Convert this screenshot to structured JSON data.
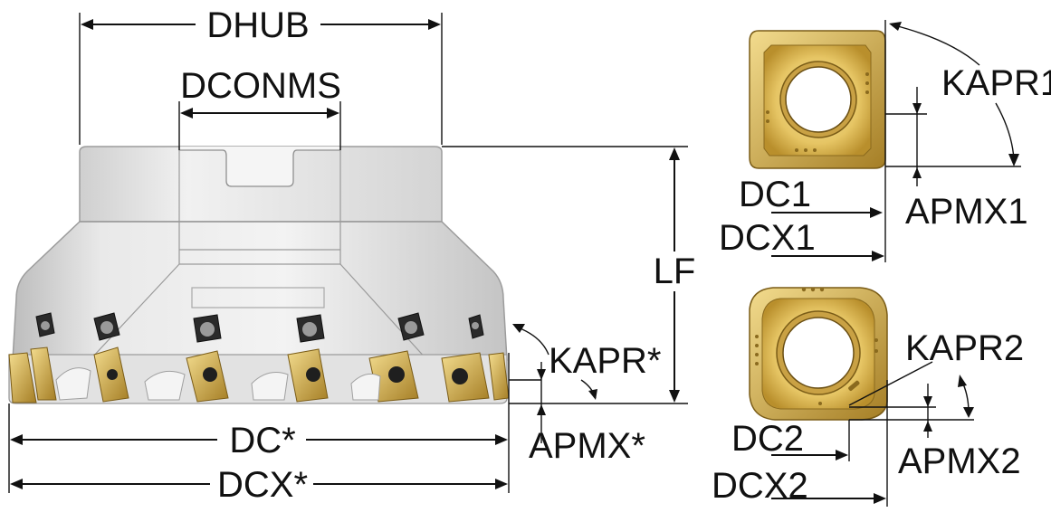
{
  "labels": {
    "dhub": "DHUB",
    "dconms": "DCONMS",
    "lf": "LF",
    "kapr": "KAPR*",
    "apmx": "APMX*",
    "dc": "DC*",
    "dcx": "DCX*",
    "kapr1": "KAPR1",
    "apmx1": "APMX1",
    "dc1": "DC1",
    "dcx1": "DCX1",
    "kapr2": "KAPR2",
    "apmx2": "APMX2",
    "dc2": "DC2",
    "dcx2": "DCX2"
  },
  "colors": {
    "body_light": "#efefef",
    "body_shade": "#c9c9c9",
    "insert_gold": "#e7c767",
    "insert_dark": "#b58e2f",
    "insert_light": "#f6e4a4",
    "line": "#111111"
  }
}
